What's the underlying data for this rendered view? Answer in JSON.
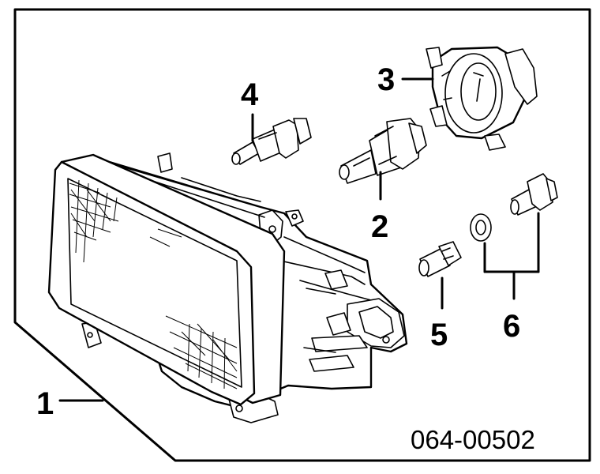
{
  "diagram": {
    "callouts": [
      {
        "id": "1",
        "label": "1"
      },
      {
        "id": "2",
        "label": "2"
      },
      {
        "id": "3",
        "label": "3"
      },
      {
        "id": "4",
        "label": "4"
      },
      {
        "id": "5",
        "label": "5"
      },
      {
        "id": "6",
        "label": "6"
      }
    ],
    "part_number": "064-00502"
  }
}
